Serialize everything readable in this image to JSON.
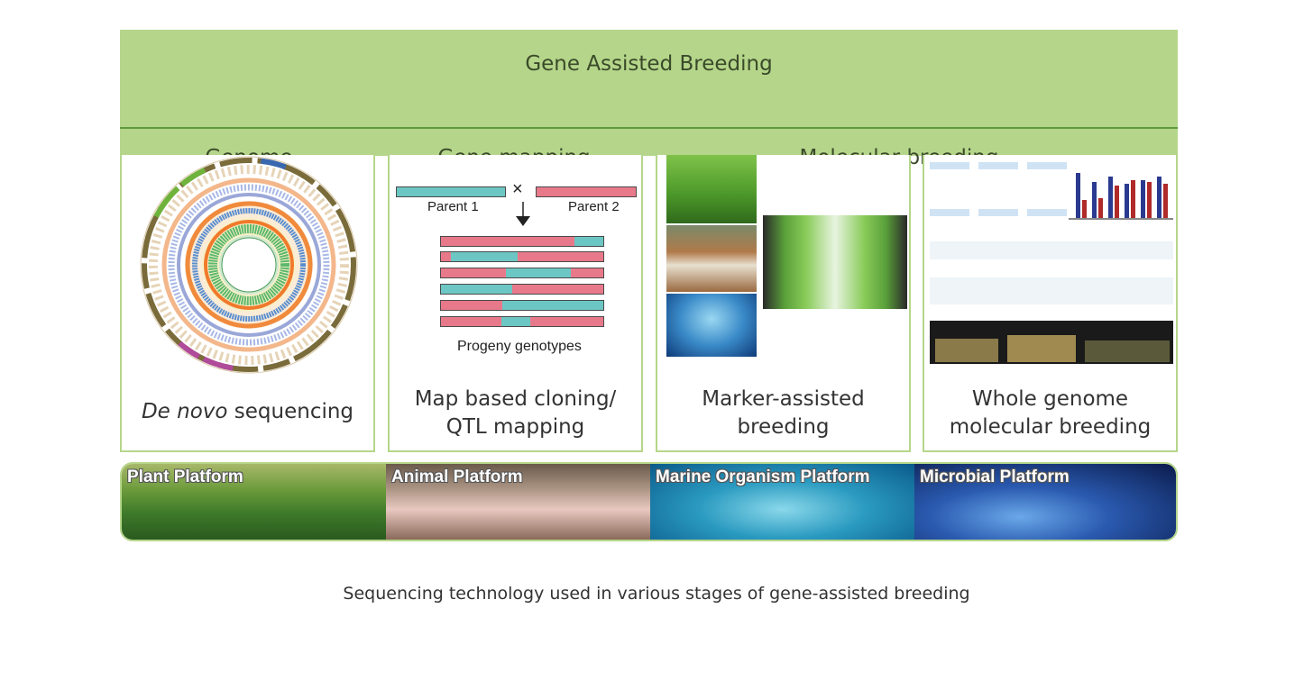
{
  "banner": {
    "title": "Gene Assisted Breeding",
    "sections": [
      "Genome",
      "Gene mapping",
      "Molecular breeding"
    ]
  },
  "panels": {
    "genome": {
      "caption_italic": "De novo",
      "caption_rest": " sequencing"
    },
    "mapping": {
      "caption_line1": "Map based cloning/",
      "caption_line2": "QTL mapping",
      "parent1": "Parent 1",
      "parent2": "Parent 2",
      "cross_symbol": "×",
      "progeny_label": "Progeny genotypes"
    },
    "marker": {
      "caption_line1": "Marker-assisted",
      "caption_line2": "breeding"
    },
    "whole": {
      "caption_line1": "Whole genome",
      "caption_line2": "molecular breeding"
    }
  },
  "platforms": [
    "Plant Platform",
    "Animal Platform",
    "Marine Organism Platform",
    "Microbial Platform"
  ],
  "footer": "Sequencing technology used in various stages of gene-assisted breeding",
  "colors": {
    "banner": "#b5d68a",
    "divider": "#5e9a3c",
    "parent1": "#6cc7c4",
    "parent2": "#e8798a"
  }
}
